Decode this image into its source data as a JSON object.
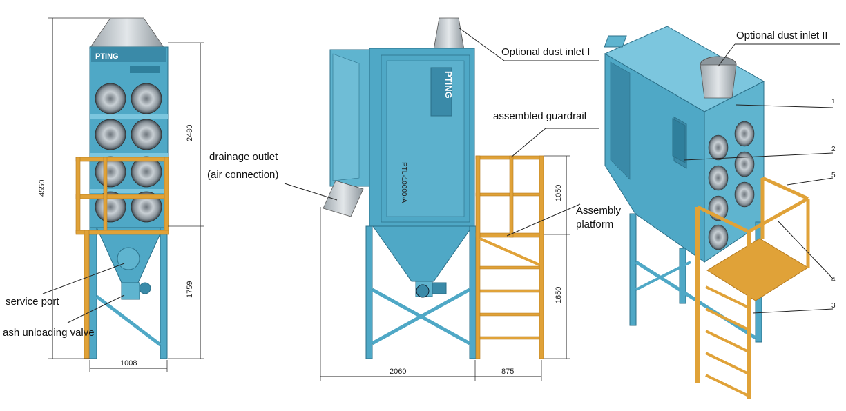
{
  "labels": {
    "dust_inlet_1": "Optional dust inlet I",
    "dust_inlet_2": "Optional dust inlet II",
    "guardrail": "assembled guardrail",
    "drainage_1": "drainage outlet",
    "drainage_2": "(air connection)",
    "platform_1": "Assembly",
    "platform_2": "platform",
    "service_port": "service port",
    "ash_valve": "ash unloading valve"
  },
  "dimensions": {
    "total_height": "4550",
    "upper_height": "2480",
    "lower_height": "1759",
    "front_width": "1008",
    "side_width": "2060",
    "platform_width": "875",
    "rail_height": "1050",
    "platform_height": "1650"
  },
  "part_numbers": [
    "1",
    "2",
    "5",
    "4",
    "3"
  ],
  "brand": {
    "logo": "PTING",
    "model": "PTL-10000-A"
  },
  "colors": {
    "body": "#4fa8c6",
    "body_dark": "#3a8aa8",
    "body_light": "#7cc6de",
    "rail": "#e0a238",
    "rail_dark": "#b57a1e",
    "filter": "#9aa4ac"
  }
}
